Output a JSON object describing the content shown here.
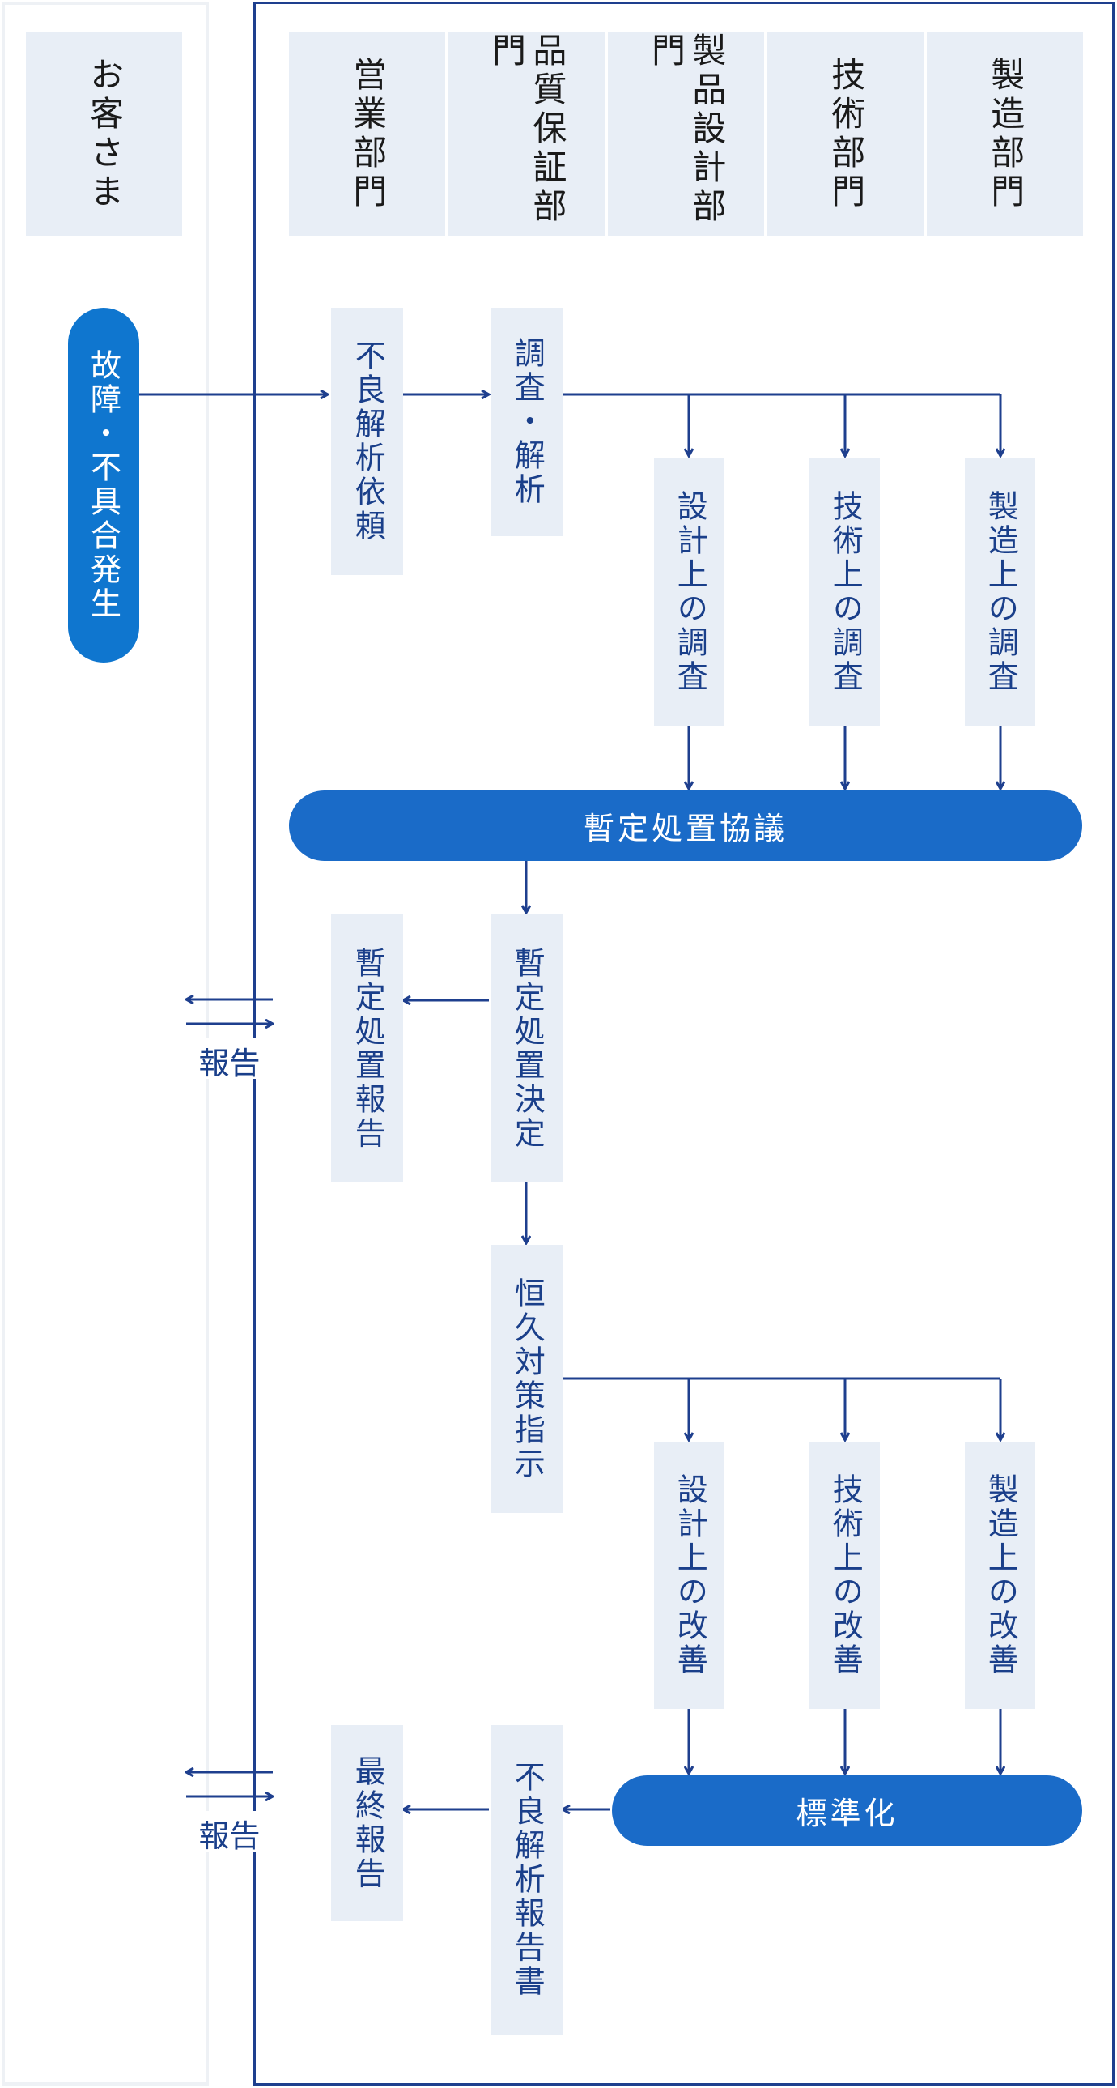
{
  "headers": {
    "customer": "お客さま",
    "sales": "営業部門",
    "quality": "品質保証部門",
    "design": "製品設計部門",
    "technical": "技術部門",
    "manufacturing": "製造部門"
  },
  "nodes": {
    "failure": "故障・不具合発生",
    "defect_request": "不良解析依頼",
    "investigation": "調査・解析",
    "design_investigation": "設計上の調査",
    "technical_investigation": "技術上の調査",
    "manufacturing_investigation": "製造上の調査",
    "interim_meeting": "暫定処置協議",
    "interim_decision": "暫定処置決定",
    "interim_report": "暫定処置報告",
    "permanent_instruction": "恒久対策指示",
    "design_improvement": "設計上の改善",
    "technical_improvement": "技術上の改善",
    "manufacturing_improvement": "製造上の改善",
    "standardization": "標準化",
    "defect_report": "不良解析報告書",
    "final_report": "最終報告"
  },
  "report_labels": [
    "報告",
    "報告"
  ],
  "colors": {
    "line": "#1e3f8e",
    "pill": "#1a6bc8",
    "box": "#e8eef6"
  }
}
